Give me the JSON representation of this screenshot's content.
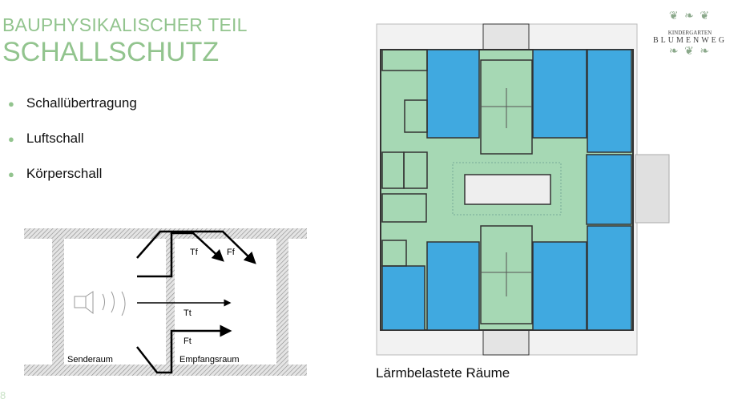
{
  "header": {
    "subtitle": "BAUPHYSIKALISCHER TEIL",
    "title": "SCHALLSCHUTZ"
  },
  "bullets": [
    "Schallübertragung",
    "Luftschall",
    "Körperschall"
  ],
  "diagram": {
    "labels": {
      "tf": "Tf",
      "ff": "Ff",
      "tt": "Tt",
      "ft": "Ft",
      "sender": "Senderaum",
      "receiver": "Empfangsraum"
    }
  },
  "floorplan": {
    "caption": "Lärmbelastete Räume",
    "colors": {
      "noise_room": "#40a9e0",
      "other_room": "#a6d8b4"
    }
  },
  "logo": {
    "line1": "KINDERGARTEN",
    "line2": "BLUMENWEG"
  },
  "page_number": "8",
  "colors": {
    "accent": "#92c48e"
  }
}
